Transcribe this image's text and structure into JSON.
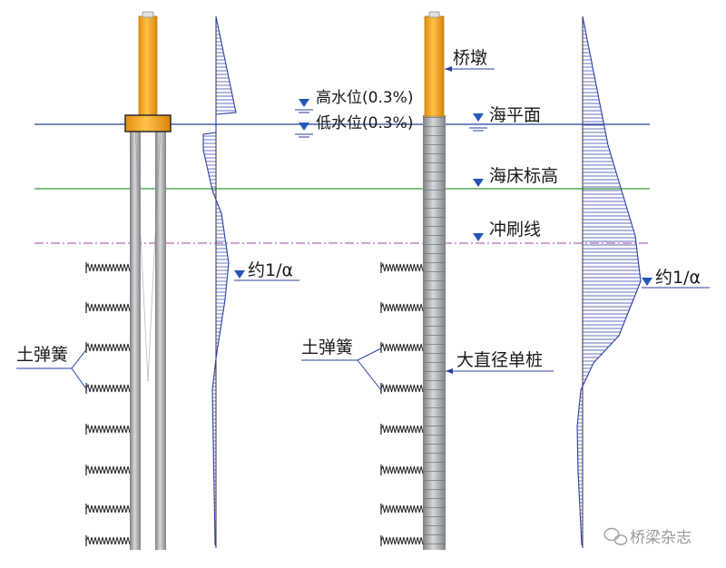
{
  "labels": {
    "pier": "桥墩",
    "high_water": "高水位(0.3%)",
    "low_water": "低水位(0.3%)",
    "sea_level": "海平面",
    "seabed": "海床标高",
    "scour_line": "冲刷线",
    "approx_left": "约1/α",
    "approx_right": "约1/α",
    "soil_spring_left": "土弹簧",
    "soil_spring_right": "土弹簧",
    "large_pile": "大直径单桩",
    "watermark": "桥梁杂志"
  },
  "colors": {
    "pile_orange": "#f3a21c",
    "pile_gray": "#a9abad",
    "sea_line": "#24409a",
    "seabed_line": "#3a9a3a",
    "scour_line": "#b36ab3",
    "diagram_blue": "#2b3fa5"
  }
}
